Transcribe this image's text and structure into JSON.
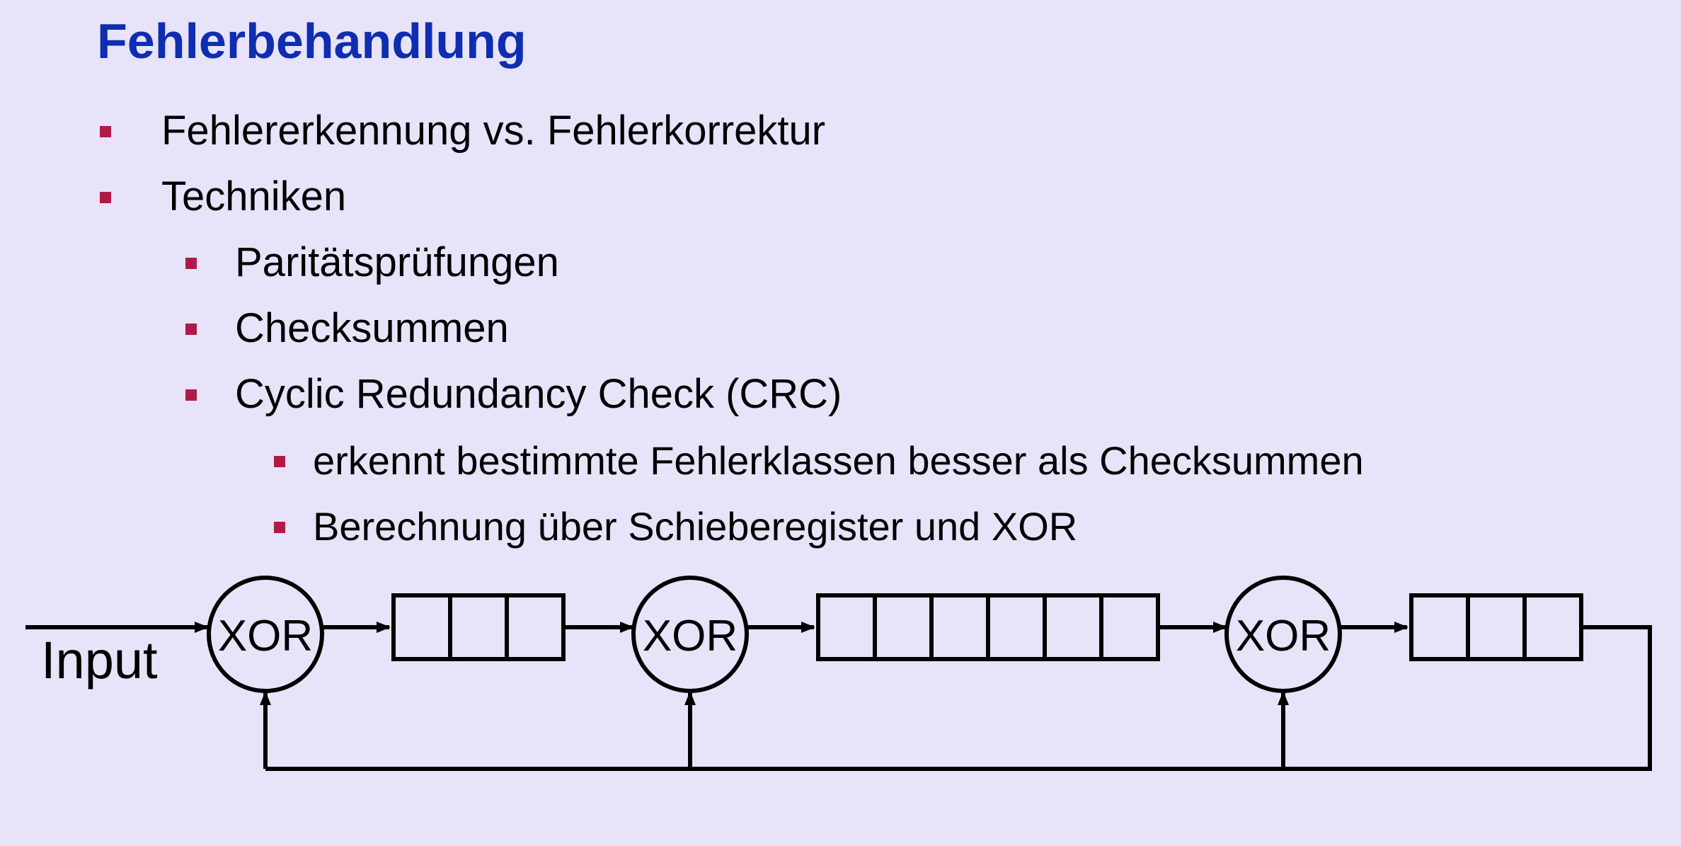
{
  "slide": {
    "title": "Fehlerbehandlung",
    "accent_color": "#0f2db0",
    "bullet_color": "#b01a46",
    "background": "#e7e3f9"
  },
  "bullets": [
    {
      "level": 1,
      "text": "Fehlererkennung vs. Fehlerkorrektur"
    },
    {
      "level": 1,
      "text": "Techniken"
    },
    {
      "level": 2,
      "text": "Paritätsprüfungen"
    },
    {
      "level": 2,
      "text": "Checksummen"
    },
    {
      "level": 2,
      "text": "Cyclic Redundancy Check (CRC)"
    },
    {
      "level": 3,
      "text": "erkennt bestimmte Fehlerklassen besser als Checksummen"
    },
    {
      "level": 3,
      "text": "Berechnung über Schieberegister und XOR"
    }
  ],
  "diagram": {
    "input_label": "Input",
    "xor_label": "XOR",
    "register_cells": [
      3,
      6,
      3
    ]
  }
}
